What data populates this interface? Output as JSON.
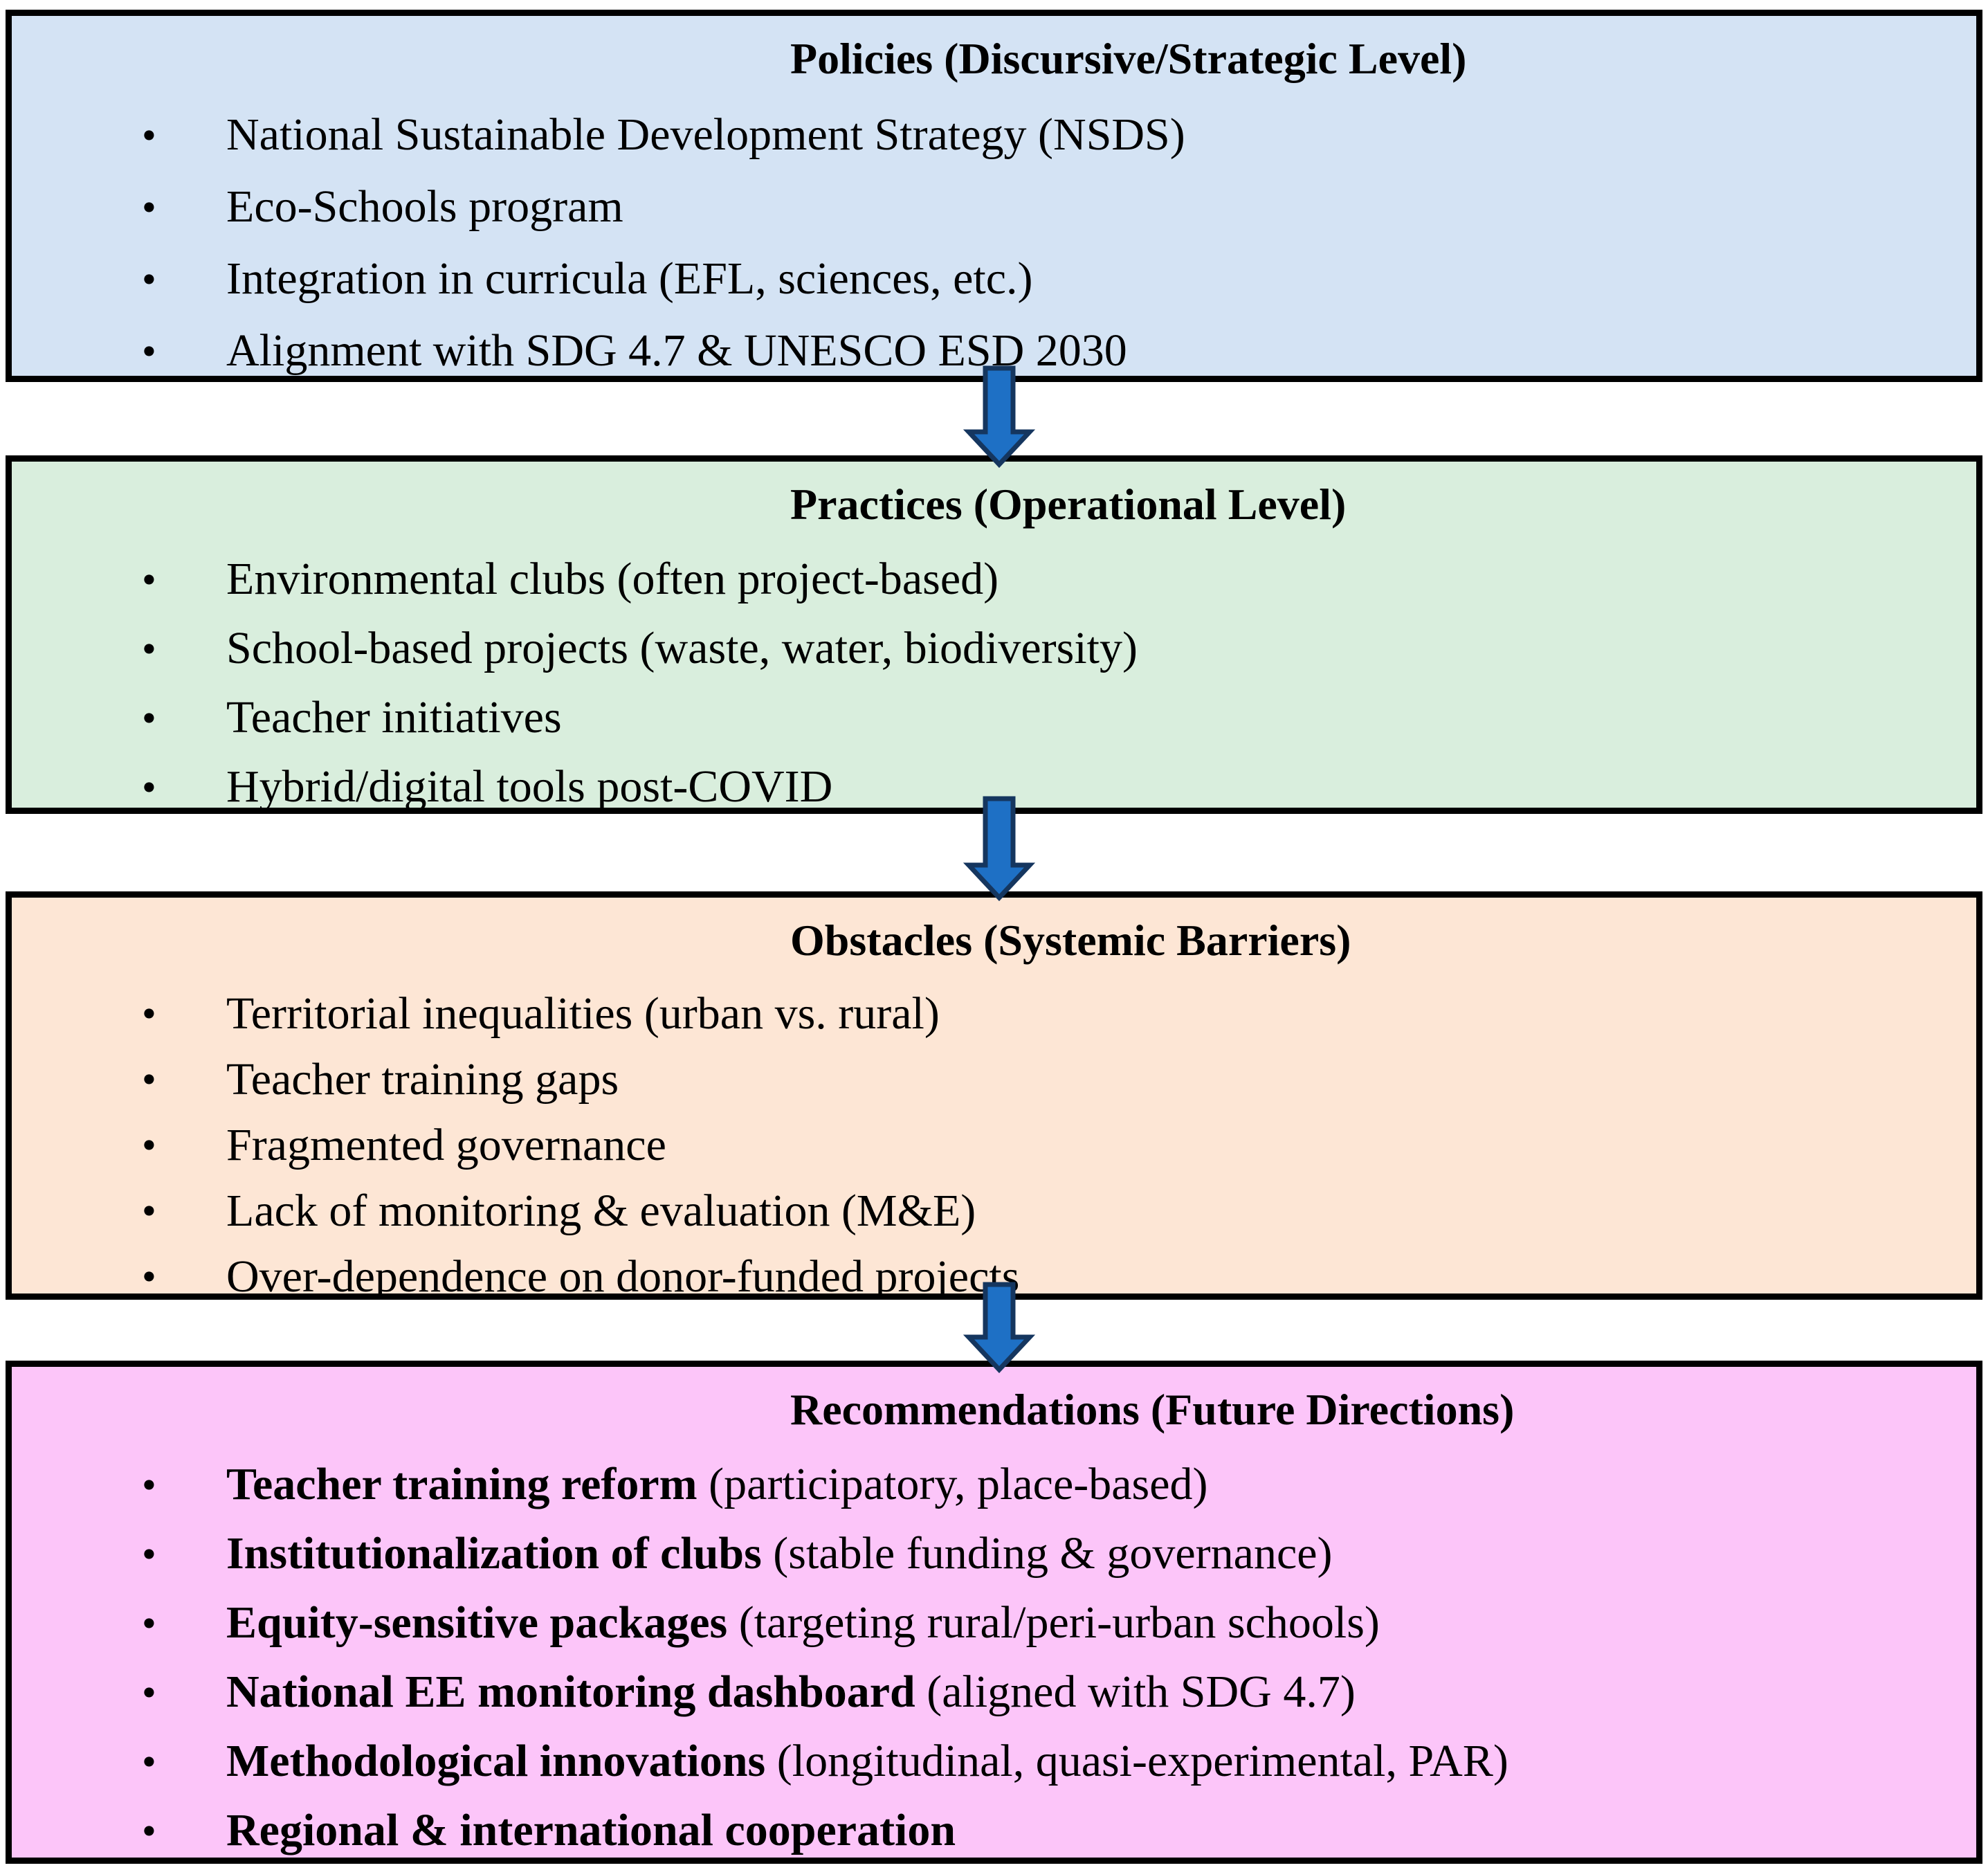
{
  "figure": {
    "border_color": "#000000",
    "arrow": {
      "fill": "#1e70c5",
      "stroke": "#15365f"
    },
    "boxes": [
      {
        "title": "Policies (Discursive/Strategic Level)",
        "bg": "#d4e3f4",
        "items": [
          "National Sustainable Development Strategy (NSDS)",
          "Eco-Schools program",
          "Integration in curricula (EFL, sciences, etc.)",
          "Alignment with SDG 4.7 & UNESCO ESD 2030"
        ]
      },
      {
        "title": "Practices (Operational Level)",
        "bg": "#d9eedd",
        "items": [
          "Environmental clubs (often project-based)",
          "School-based projects (waste, water, biodiversity)",
          "Teacher initiatives",
          "Hybrid/digital tools post-COVID"
        ]
      },
      {
        "title": "Obstacles (Systemic Barriers)",
        "bg": "#fde6d5",
        "items": [
          "Territorial inequalities (urban vs. rural)",
          "Teacher training gaps",
          "Fragmented governance",
          "Lack of monitoring & evaluation (M&E)",
          "Over-dependence on donor-funded projects"
        ]
      },
      {
        "title": "Recommendations (Future Directions)",
        "bg": "#fcc5f9",
        "items": [
          {
            "bold": "Teacher training reform",
            "rest": " (participatory, place-based)"
          },
          {
            "bold": "Institutionalization of clubs",
            "rest": " (stable funding & governance)"
          },
          {
            "bold": "Equity-sensitive packages",
            "rest": " (targeting rural/peri-urban schools)"
          },
          {
            "bold": "National EE monitoring dashboard",
            "rest": " (aligned with SDG 4.7)"
          },
          {
            "bold": "Methodological innovations",
            "rest": " (longitudinal, quasi-experimental, PAR)"
          },
          {
            "bold": "Regional & international cooperation",
            "rest": ""
          }
        ]
      }
    ]
  }
}
